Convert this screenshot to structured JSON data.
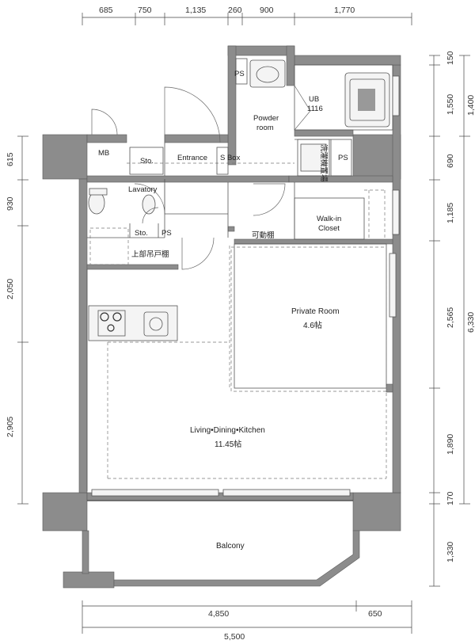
{
  "dimensions": {
    "top": [
      "685",
      "750",
      "1,135",
      "260",
      "900",
      "1,770"
    ],
    "left": [
      "615",
      "930",
      "2,050",
      "2,905"
    ],
    "right_inner": [
      "150",
      "1,550",
      "690",
      "1,185",
      "2,565",
      "1,890",
      "170",
      "1,330"
    ],
    "right_outer": [
      "1,400",
      "6,330"
    ],
    "bottom": [
      "4,850",
      "650"
    ],
    "bottom_total": "5,500"
  },
  "rooms": {
    "ldk_name": "Living•Dining•Kitchen",
    "ldk_size": "11.45帖",
    "private_name": "Private Room",
    "private_size": "4.6帖",
    "walkin_line1": "Walk-in",
    "walkin_line2": "Closet",
    "balcony": "Balcony",
    "powder_line1": "Powder",
    "powder_line2": "room",
    "ub_line1": "UB",
    "ub_line2": "1116",
    "lavatory": "Lavatory",
    "entrance": "Entrance",
    "mb": "MB",
    "sto_entrance": "Sto.",
    "sto_lavatory": "Sto.",
    "s_box": "S Box",
    "ps_top": "PS",
    "ps_right": "PS",
    "ps_lav": "PS",
    "movable_shelf": "可動棚",
    "upper_cabinet": "上部吊戸棚",
    "washer_area": "洗濯機置場"
  }
}
